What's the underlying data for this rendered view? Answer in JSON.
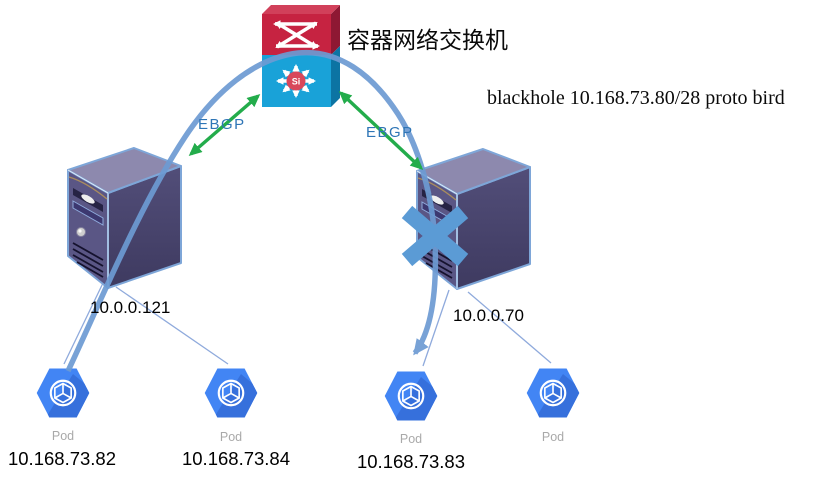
{
  "title": {
    "switch_label": "容器网络交换机",
    "annotation": "blackhole 10.168.73.80/28 proto bird"
  },
  "switch": {
    "si_label": "Si"
  },
  "ebgp": {
    "left": "EBGP",
    "right": "EBGP"
  },
  "servers": {
    "left": {
      "ip": "10.0.0.121",
      "crossed_out": false
    },
    "right": {
      "ip": "10.0.0.70",
      "crossed_out": true
    }
  },
  "pods": [
    {
      "label": "Pod",
      "ip": "10.168.73.82"
    },
    {
      "label": "Pod",
      "ip": "10.168.73.84"
    },
    {
      "label": "Pod",
      "ip": "10.168.73.83"
    },
    {
      "label": "Pod",
      "ip": ""
    }
  ],
  "colors": {
    "traffic_path": "#6D9BD3",
    "ebgp_arrow": "#23AC4B",
    "ebgp_text": "#2E75B6",
    "pod_fill": "#4285F4",
    "pod_shadow": "#3670DC",
    "switch_red": "#C62341",
    "switch_blue": "#19A2D8",
    "si_circle": "#D8475B",
    "server_front": "#5A5685",
    "server_side": "#46426B",
    "server_top": "#8D89AE",
    "server_outline": "#7EA6D8",
    "x_mark": "#5B9BD5",
    "host_pod_link": "#8FAADC",
    "pod_label_gray": "#A9A9A9",
    "text_black": "#0a0a0a"
  }
}
